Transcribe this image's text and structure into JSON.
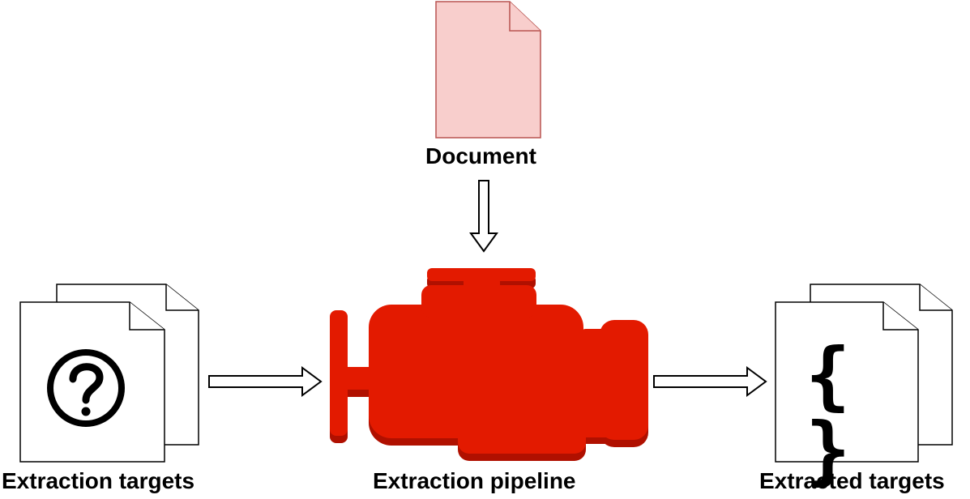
{
  "nodes": {
    "document": {
      "label": "Document",
      "icon": "document-icon"
    },
    "extraction_targets": {
      "label": "Extraction targets",
      "icon": "question-circle-icon"
    },
    "extraction_pipeline": {
      "label": "Extraction pipeline",
      "icon": "engine-icon"
    },
    "extracted_targets": {
      "label": "Extracted targets",
      "icon": "curly-braces-icon",
      "glyph": "{ }"
    }
  },
  "colors": {
    "engine_fill": "#e31a00",
    "engine_shadow": "#b01000",
    "document_fill": "#f8cecc",
    "document_stroke": "#b85450",
    "outline": "#000000"
  }
}
